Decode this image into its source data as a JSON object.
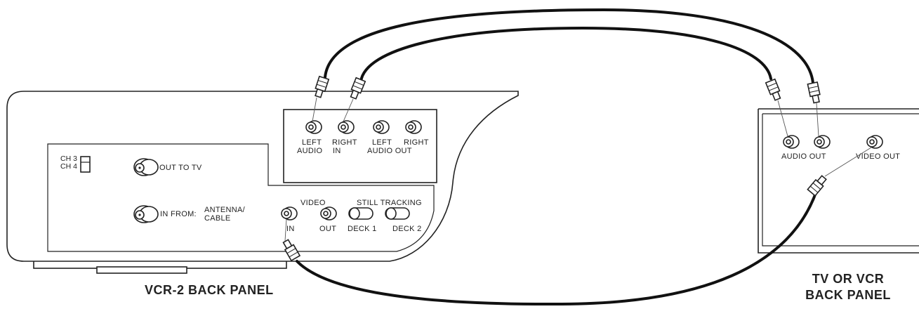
{
  "vcr2": {
    "title": "VCR-2 BACK PANEL",
    "ch3": "CH 3",
    "ch4": "CH 4",
    "out_to_tv": "OUT TO TV",
    "in_from": "IN FROM:",
    "antenna": "ANTENNA/",
    "cable": "CABLE",
    "audio_left": "LEFT",
    "audio_right": "RIGHT",
    "audio_word": "AUDIO",
    "in_word": "IN",
    "out_left": "LEFT",
    "out_right": "RIGHT",
    "audio_out": "AUDIO OUT",
    "video": "VIDEO",
    "video_in": "IN",
    "video_out": "OUT",
    "still_tracking": "STILL TRACKING",
    "deck1": "DECK 1",
    "deck2": "DECK 2"
  },
  "tv": {
    "title_line1": "TV OR VCR",
    "title_line2": "BACK PANEL",
    "audio_out": "AUDIO OUT",
    "video_out": "VIDEO OUT"
  }
}
